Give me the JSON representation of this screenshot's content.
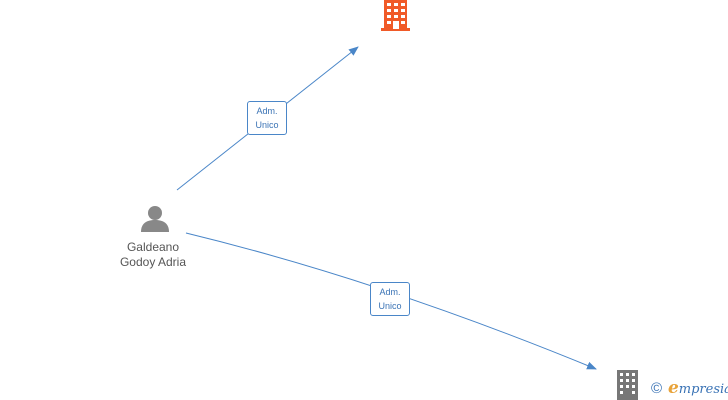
{
  "person": {
    "name_line1": "Galdeano",
    "name_line2": "Godoy Adria",
    "icon": "person-icon"
  },
  "companies": [
    {
      "icon": "building-icon",
      "color": "#f05a28"
    },
    {
      "icon": "building-icon",
      "color": "#777777"
    }
  ],
  "edges": [
    {
      "label_line1": "Adm.",
      "label_line2": "Unico"
    },
    {
      "label_line1": "Adm.",
      "label_line2": "Unico"
    }
  ],
  "colors": {
    "edge": "#4a86c8",
    "person": "#888888"
  },
  "watermark": {
    "copyright": "©",
    "brand_initial": "e",
    "brand_rest": "mpresia"
  }
}
